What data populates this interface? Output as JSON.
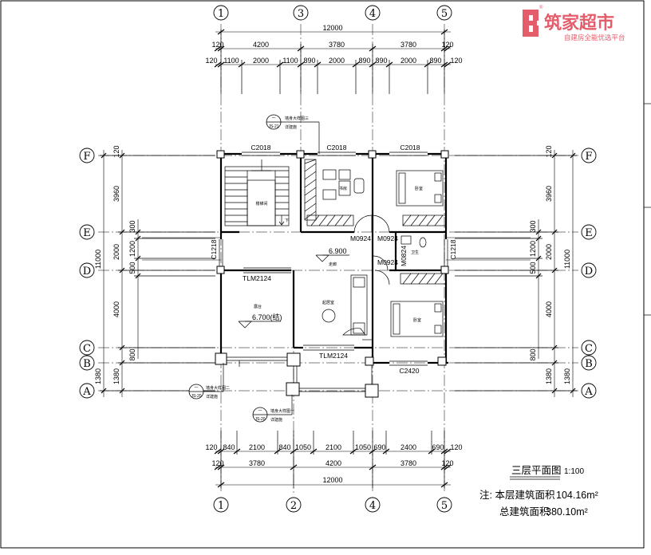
{
  "brand": {
    "name": "筑家超市",
    "tagline": "自建房全能优选平台",
    "registered_mark": "®",
    "color": "#e35d6a"
  },
  "title": {
    "name": "三层平面图",
    "scale": "1:100"
  },
  "notes": {
    "line1_prefix": "注: 本层建筑面积",
    "line1_value": "104.16m²",
    "line2_prefix": "总建筑面积",
    "line2_value": "380.10m²"
  },
  "axes": {
    "top": [
      "1",
      "3",
      "4",
      "5"
    ],
    "bottom": [
      "1",
      "2",
      "4",
      "5"
    ],
    "left": [
      "F",
      "E",
      "D",
      "C",
      "B",
      "A"
    ],
    "right": [
      "F",
      "E",
      "D",
      "C",
      "B",
      "A"
    ]
  },
  "dimensions": {
    "top_total": "12000",
    "top_bays": [
      "120",
      "4200",
      "3780",
      "3780",
      "120"
    ],
    "top_detail": [
      "120",
      "1100",
      "2000",
      "1100",
      "890",
      "2000",
      "890",
      "890",
      "2000",
      "890",
      "120"
    ],
    "bottom_detail": [
      "120",
      "840",
      "2100",
      "840",
      "1050",
      "2100",
      "1050",
      "690",
      "2400",
      "690",
      "120"
    ],
    "bottom_bays": [
      "120",
      "3780",
      "4200",
      "3780",
      "120"
    ],
    "bottom_total": "12000",
    "left_bays": [
      "120",
      "3960",
      "1380",
      "1380"
    ],
    "left_total": "11000",
    "left_detail": [
      "300",
      "1200",
      "500",
      "800"
    ],
    "left_mid": "2000",
    "left_lower": "4000",
    "right_bays": [
      "120",
      "3960",
      "1380",
      "1380"
    ],
    "right_total": "11000",
    "right_detail": [
      "300",
      "1200",
      "500",
      "800"
    ],
    "right_mid": "2000",
    "right_lower": "4000"
  },
  "windows": [
    "C2018",
    "C2018",
    "C2018",
    "C1218",
    "C1218",
    "C2420"
  ],
  "doors": [
    "M0924",
    "M0924",
    "M0924",
    "M0824",
    "TLM2124",
    "TLM2124"
  ],
  "levels": {
    "floor": "6.900",
    "terrace": "6.700(结)"
  },
  "rooms": {
    "stair": "楼梯间",
    "study": "书房",
    "bedroom_top": "卧室",
    "bedroom_bottom": "卧室",
    "corridor": "走廊",
    "bathroom": "卫生",
    "leisure": "起居室",
    "terrace": "露台",
    "down_arrow": "下"
  },
  "callouts": {
    "c1_num": "一",
    "c1_ref": "JS-21",
    "c1_text": "墙身大样图三",
    "c1_text2": "详建施",
    "c2_num": "一",
    "c2_ref": "JS-20",
    "c2_text": "墙身大样图二",
    "c2_text2": "详建施",
    "c3_num": "一",
    "c3_ref": "JS-20",
    "c3_text": "墙身大样图一",
    "c3_text2": "详建施"
  }
}
